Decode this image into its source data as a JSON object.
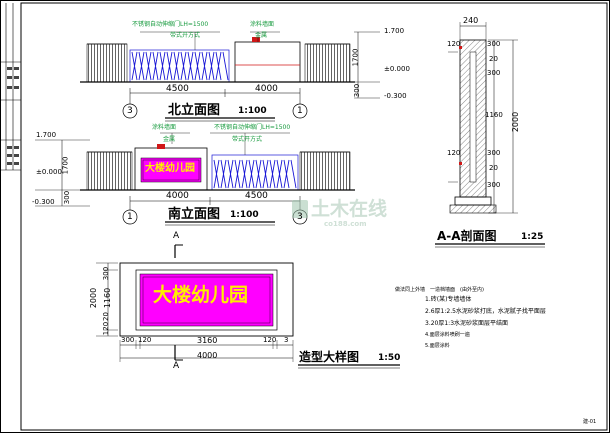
{
  "north": {
    "title": "北立面图",
    "scale": "1:100",
    "label_rail": "不锈钢自动伸缩门LH=1500",
    "label_rail2": "带式开方式",
    "label_wall": "涂料墙面",
    "label_wall2": "金属",
    "dim_left": "4500",
    "dim_right": "4000",
    "axis_left": "3",
    "axis_right": "1",
    "lv_top": "1.700",
    "lv_zero": "±0.000",
    "lv_bottom": "-0.300",
    "h_upper": "1700",
    "h_lower": "300"
  },
  "south": {
    "title": "南立面图",
    "scale": "1:100",
    "label_wall": "涂料墙面",
    "label_wall2": "金属",
    "label_rail": "不锈钢自动伸缩门LH=1500",
    "label_rail2": "带式开方式",
    "sign": "大楼幼儿园",
    "dim_left": "4000",
    "dim_right": "4500",
    "axis_left": "1",
    "axis_right": "3",
    "lv_top": "1.700",
    "lv_zero": "±0.000",
    "lv_bottom": "-0.300",
    "h_upper": "1700",
    "h_lower": "300"
  },
  "section": {
    "title": "A-A剖面图",
    "scale": "1:25",
    "w_top": "240",
    "h_120a": "120",
    "h_300a": "300",
    "h_20": "20",
    "h_300b": "300",
    "h_1160": "1160",
    "h_2000": "2000",
    "h_120b": "120",
    "h_300c": "300",
    "h_20b": "20",
    "h_300d": "300"
  },
  "detail": {
    "title": "造型大样图",
    "scale": "1:50",
    "sign": "大楼幼儿园",
    "cut": "A",
    "v_2000": "2000",
    "v_1160": "1160",
    "v_300": "300",
    "v_20": "20",
    "v_120": "120",
    "d_300": "300",
    "d_120": "120",
    "d_3160": "3160",
    "d_120b": "120",
    "d_300b": "3",
    "d_total": "4000"
  },
  "notes": {
    "head": "做法同上外墙　一造档墙面　(由外至内)",
    "l1": "1.砖(某)专墙墙体",
    "l2": "2.6厚1:2.5水泥砂浆打底，水泥腻子找平面层",
    "l3": "3.20厚1:3水泥砂浆面层平结面",
    "l4": "4.面层涂料喷刷一遍",
    "l5": "5.面层涂料"
  },
  "watermark": {
    "text": "土木在线",
    "sub": "co188.com"
  },
  "page_no": "建-01",
  "colors": {
    "blue": "#1a17d6",
    "red": "#d01818",
    "yellow": "#ffef00",
    "green": "#169a3d",
    "magenta": "#ff00ff"
  }
}
